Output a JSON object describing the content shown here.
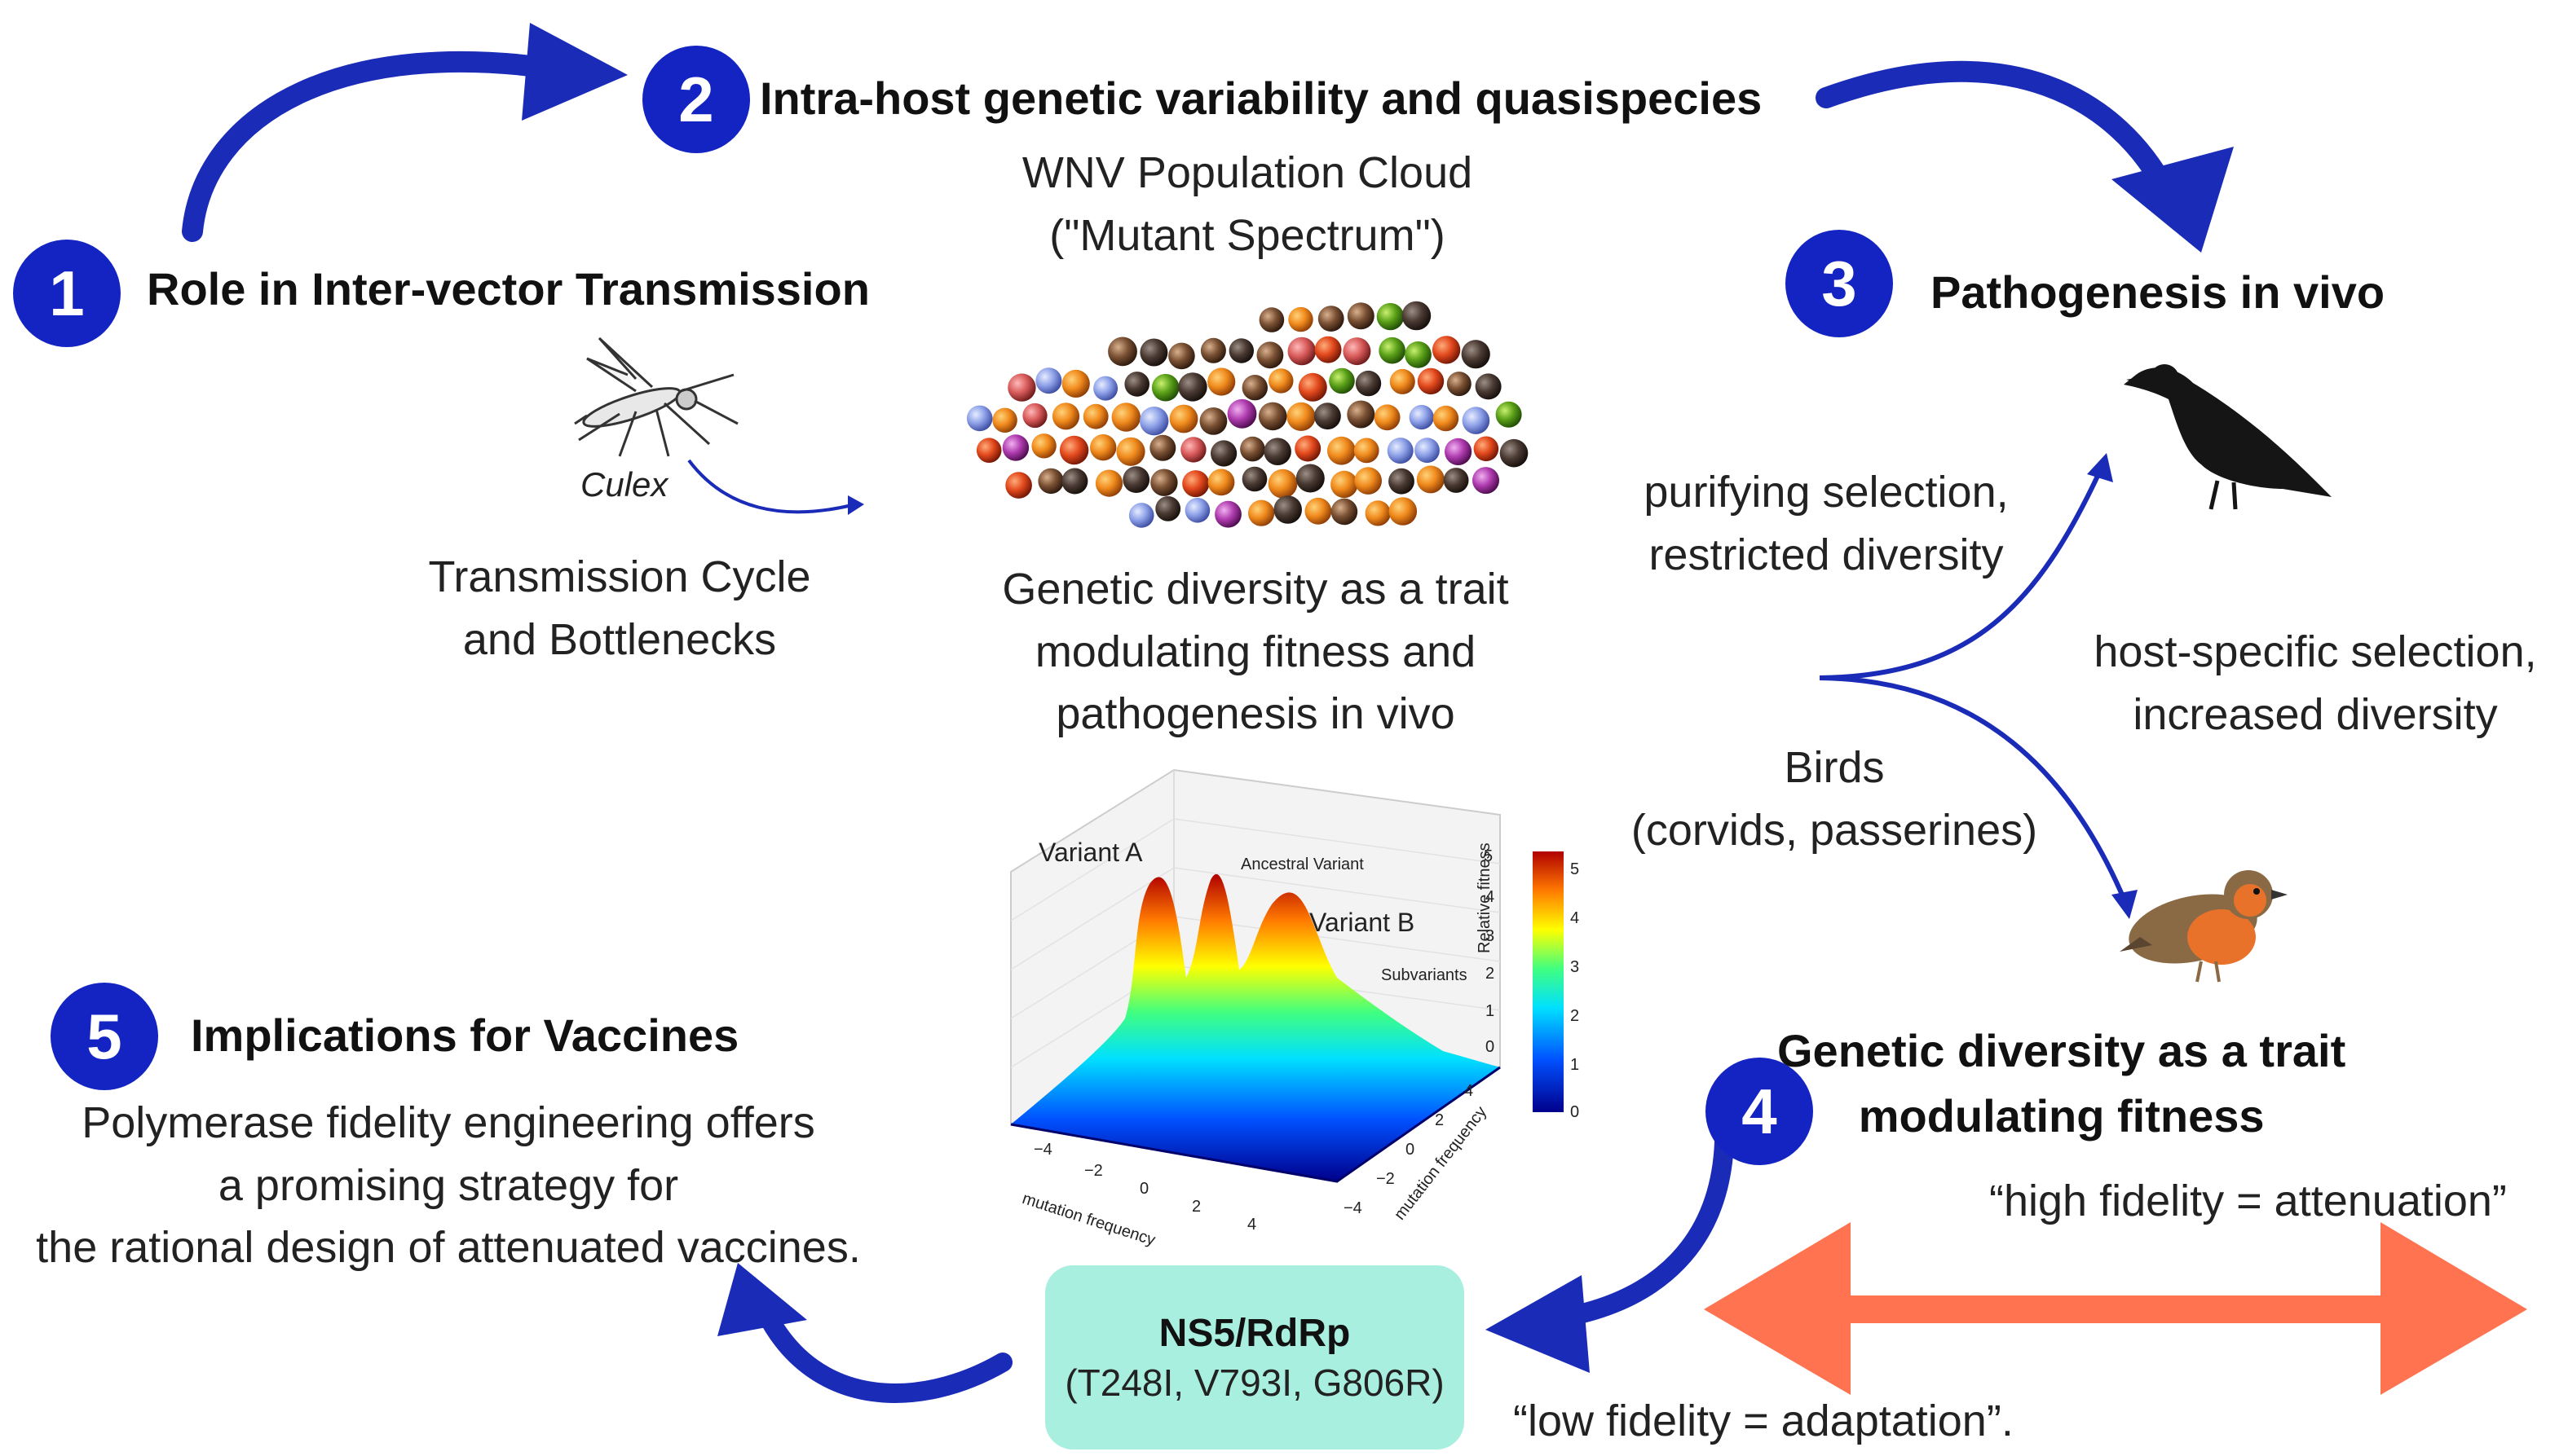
{
  "steps": [
    {
      "number": "1",
      "title": "Role in Inter-vector Transmission"
    },
    {
      "number": "2",
      "title": "Intra-host genetic variability and quasispecies"
    },
    {
      "number": "3",
      "title": "Pathogenesis in vivo"
    },
    {
      "number": "4",
      "title_line1": "Genetic diversity as a trait",
      "title_line2": "modulating fitness"
    },
    {
      "number": "5",
      "title": "Implications for Vaccines"
    }
  ],
  "cloud": {
    "title_line1": "WNV Population Cloud",
    "title_line2": "(\"Mutant Spectrum\")",
    "caption_line1": "Genetic diversity as a trait",
    "caption_line2": "modulating fitness and",
    "caption_line3": "pathogenesis in vivo"
  },
  "transmission": {
    "vector_label": "Culex",
    "caption_line1": "Transmission Cycle",
    "caption_line2": "and Bottlenecks"
  },
  "birds": {
    "branch_label_line1": "Birds",
    "branch_label_line2": "(corvids, passerines)",
    "upper_label_line1": "purifying selection,",
    "upper_label_line2": "restricted diversity",
    "lower_label_line1": "host-specific selection,",
    "lower_label_line2": "increased diversity"
  },
  "fidelity": {
    "high": "“high fidelity = attenuation”",
    "low": "“low fidelity = adaptation”."
  },
  "ns5": {
    "title": "NS5/RdRp",
    "mutations": "(T248I, V793I, G806R)"
  },
  "vaccines": {
    "line1": "Polymerase fidelity engineering offers",
    "line2": "a promising strategy for",
    "line3": "the rational design of attenuated vaccines."
  },
  "landscape": {
    "peak_a": "Variant A",
    "peak_ancestral": "Ancestral Variant",
    "peak_b": "Variant B",
    "subvariants": "Subvariants",
    "colorbar_label": "Relative fitness",
    "axis_x_label": "mutation frequency",
    "axis_y_label": "mutation frequency",
    "z_ticks": [
      "0",
      "1",
      "2",
      "3",
      "4",
      "5"
    ],
    "colorbar_ticks": [
      "0",
      "1",
      "2",
      "3",
      "4",
      "5"
    ],
    "x_ticks": [
      "−4",
      "−2",
      "0",
      "2",
      "4"
    ],
    "y_ticks": [
      "−4",
      "−2",
      "0",
      "2",
      "4"
    ]
  },
  "colors": {
    "step_circle": "#1424c2",
    "arrow_blue": "#1a2bb8",
    "fidelity_arrow": "#ff7350",
    "ns5_box": "#a9efe0"
  },
  "icons": [
    "mosquito-icon",
    "virion-cloud",
    "crow-icon",
    "robin-icon",
    "fitness-landscape-plot"
  ]
}
